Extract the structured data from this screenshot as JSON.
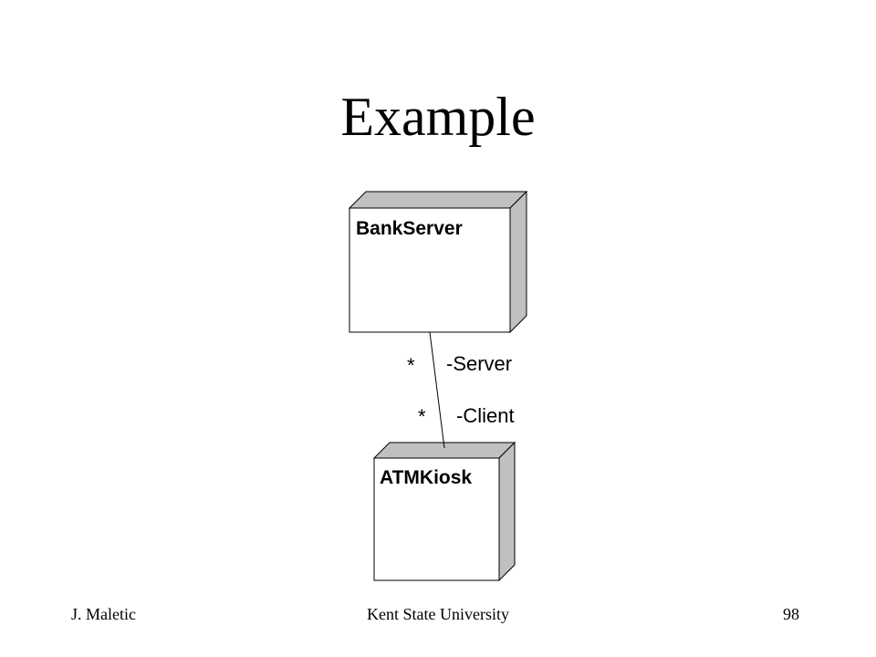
{
  "slide": {
    "title": "Example"
  },
  "diagram": {
    "nodes": [
      {
        "name": "BankServer"
      },
      {
        "name": "ATMKiosk"
      }
    ],
    "association": {
      "end_server": {
        "multiplicity": "*",
        "role": "-Server"
      },
      "end_client": {
        "multiplicity": "*",
        "role": "-Client"
      }
    },
    "colors": {
      "node_face": "#ffffff",
      "node_side": "#c0c0c0",
      "outline": "#000000"
    }
  },
  "footer": {
    "author": "J. Maletic",
    "institution": "Kent State University",
    "page_number": "98"
  }
}
